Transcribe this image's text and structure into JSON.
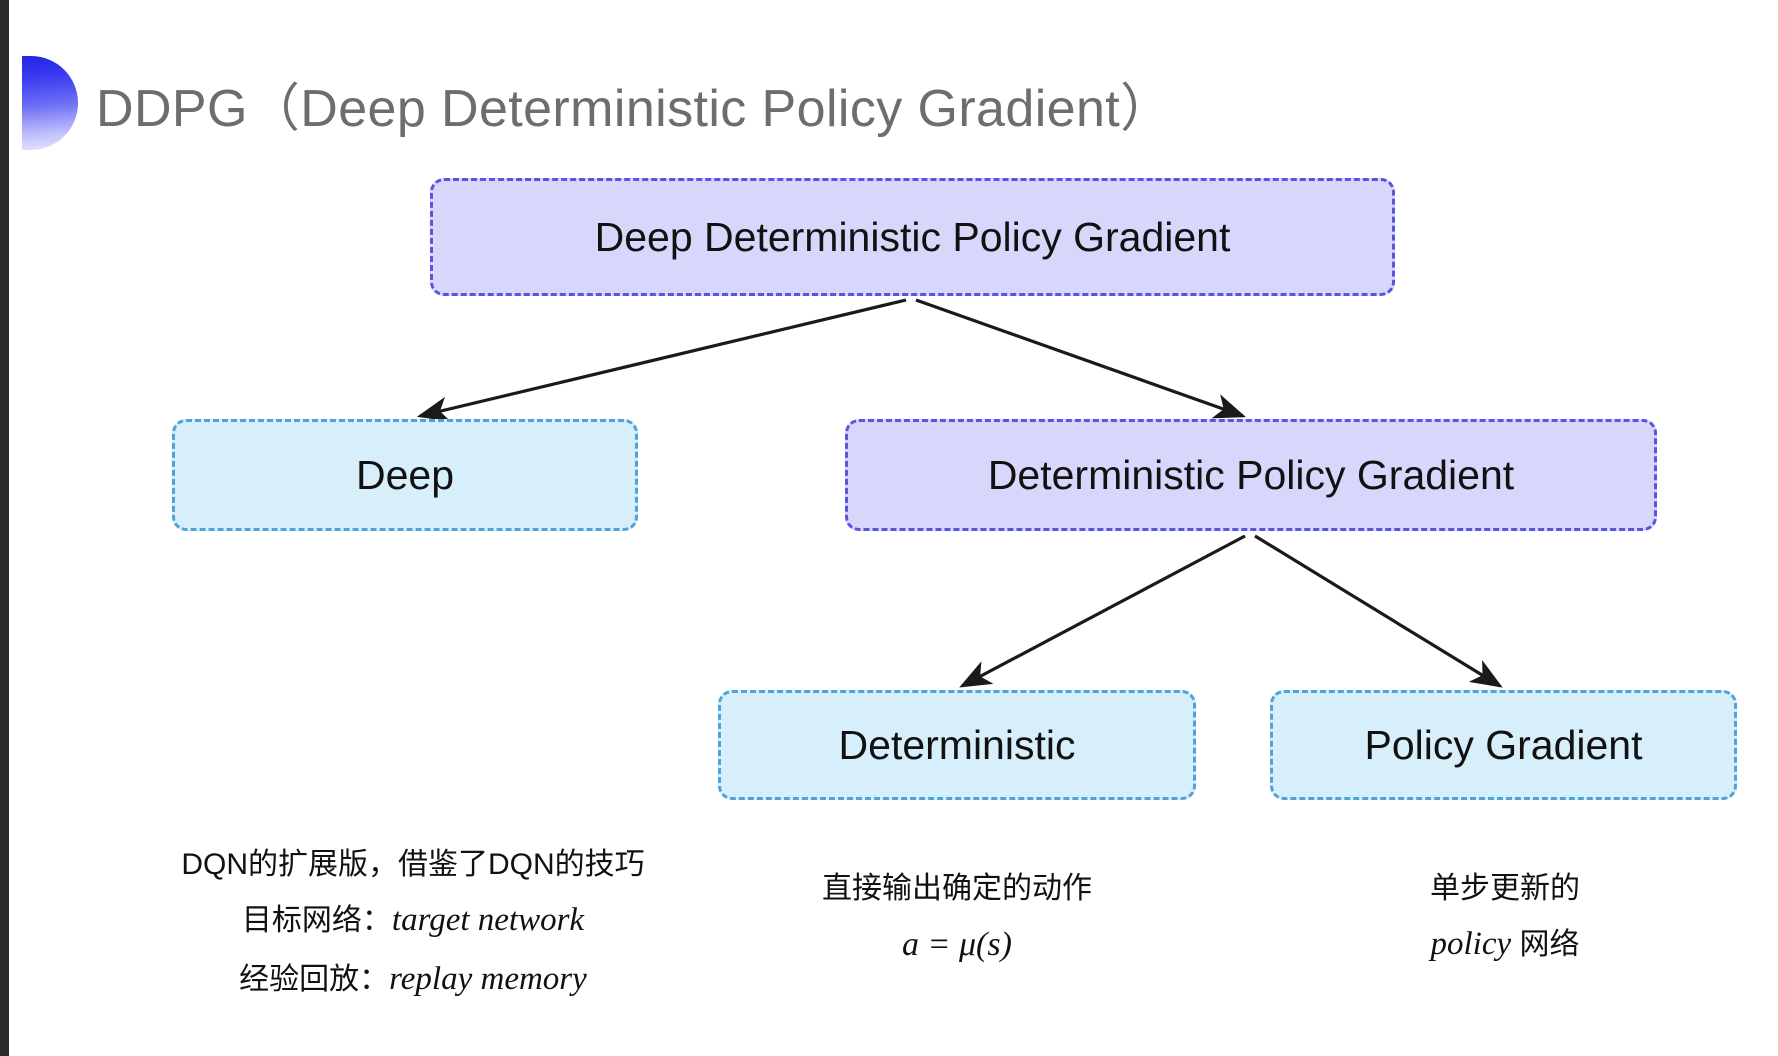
{
  "slide": {
    "title": "DDPG（Deep Deterministic Policy Gradient）",
    "title_color": "#6d6d6d",
    "background": "#ffffff",
    "accent_gradient_from": "#2424e6",
    "accent_gradient_to": "#e9e9fe"
  },
  "diagram": {
    "type": "tree",
    "nodes": [
      {
        "id": "root",
        "label": "Deep Deterministic Policy Gradient",
        "fill": "#d8d6fb",
        "border": "#5a54e0",
        "level": 0
      },
      {
        "id": "deep",
        "label": "Deep",
        "fill": "#d7eefb",
        "border": "#4ea3d8",
        "level": 1
      },
      {
        "id": "dpg",
        "label": "Deterministic Policy Gradient",
        "fill": "#d8d6fb",
        "border": "#5a54e0",
        "level": 1
      },
      {
        "id": "det",
        "label": "Deterministic",
        "fill": "#d7eefb",
        "border": "#4ea3d8",
        "level": 2
      },
      {
        "id": "pg",
        "label": "Policy Gradient",
        "fill": "#d7eefb",
        "border": "#4ea3d8",
        "level": 2
      }
    ],
    "edges": [
      {
        "from": "root",
        "to": "deep"
      },
      {
        "from": "root",
        "to": "dpg"
      },
      {
        "from": "dpg",
        "to": "det"
      },
      {
        "from": "dpg",
        "to": "pg"
      }
    ],
    "edge_color": "#1a1a1a"
  },
  "captions": {
    "deep": {
      "line1": "DQN的扩展版，借鉴了DQN的技巧",
      "line2_label": "目标网络：",
      "line2_term": "target network",
      "line3_label": "经验回放：",
      "line3_term": "replay memory"
    },
    "deterministic": {
      "line1": "直接输出确定的动作",
      "formula": "a = μ(s)"
    },
    "policy_gradient": {
      "line1": "单步更新的",
      "line2_term": "policy",
      "line2_suffix": " 网络"
    }
  }
}
